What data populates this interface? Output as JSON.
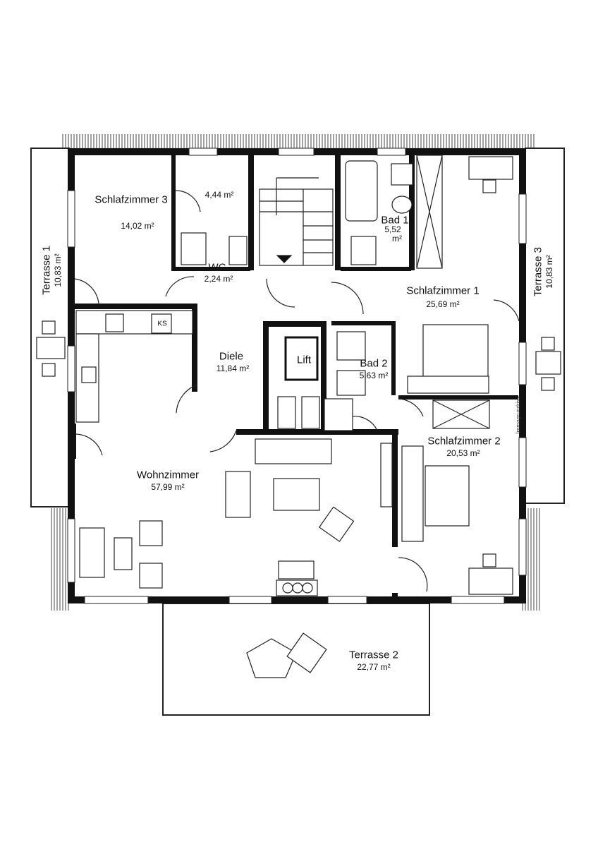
{
  "rooms": {
    "schlafzimmer3": {
      "name": "Schlafzimmer 3",
      "area": "14,02 m²"
    },
    "abstell": {
      "area": "4,44 m²"
    },
    "wc": {
      "name": "WC",
      "area": "2,24 m²"
    },
    "bad1": {
      "name": "Bad 1",
      "area_a": "5,52",
      "area_b": "m²"
    },
    "schlafzimmer1": {
      "name": "Schlafzimmer 1",
      "area": "25,69 m²"
    },
    "diele": {
      "name": "Diele",
      "area": "11,84 m²"
    },
    "bad2": {
      "name": "Bad 2",
      "area": "5,63 m²"
    },
    "schlafzimmer2": {
      "name": "Schlafzimmer 2",
      "area": "20,53 m²"
    },
    "wohnzimmer": {
      "name": "Wohnzimmer",
      "area": "57,99 m²"
    },
    "terrasse1": {
      "name": "Terrasse 1",
      "area": "10,83 m²"
    },
    "terrasse2": {
      "name": "Terrasse 2",
      "area": "22,77 m²"
    },
    "terrasse3": {
      "name": "Terrasse 3",
      "area": "10,83 m²"
    }
  },
  "fixtures": {
    "lift": "Lift",
    "ks": "KS"
  },
  "watermark": "Immogrundriss",
  "colors": {
    "wall": "#111111",
    "line": "#222222",
    "background": "#ffffff"
  }
}
